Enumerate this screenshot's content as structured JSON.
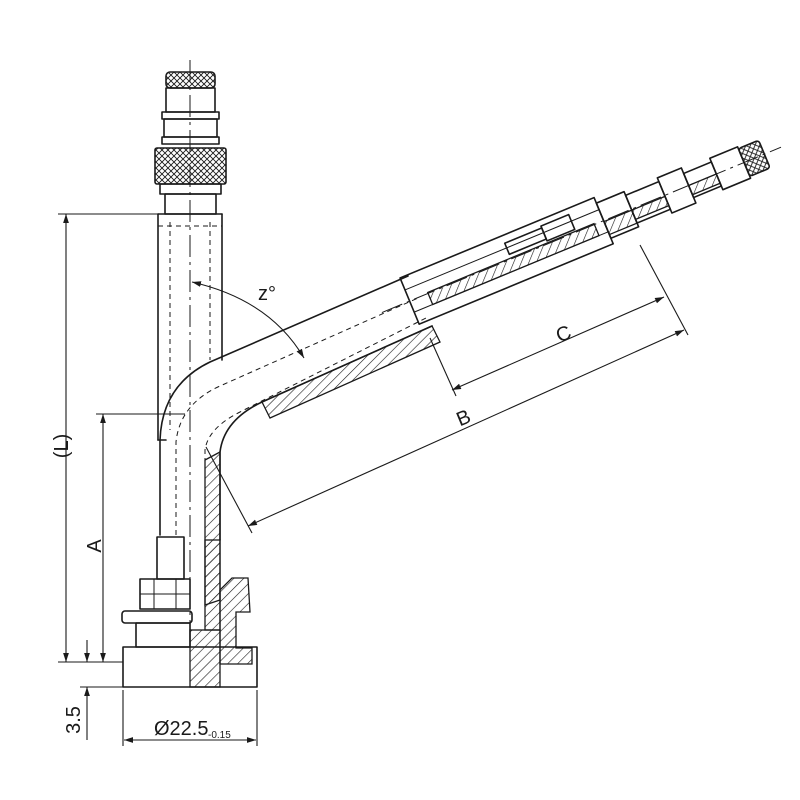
{
  "labels": {
    "dim_L": "(L)",
    "dim_A": "A",
    "dim_B": "B",
    "dim_C": "C",
    "angle_z": "z°",
    "dim_35": "3.5",
    "diameter_main": "Ø22.5",
    "diameter_tol": "-0.15"
  }
}
